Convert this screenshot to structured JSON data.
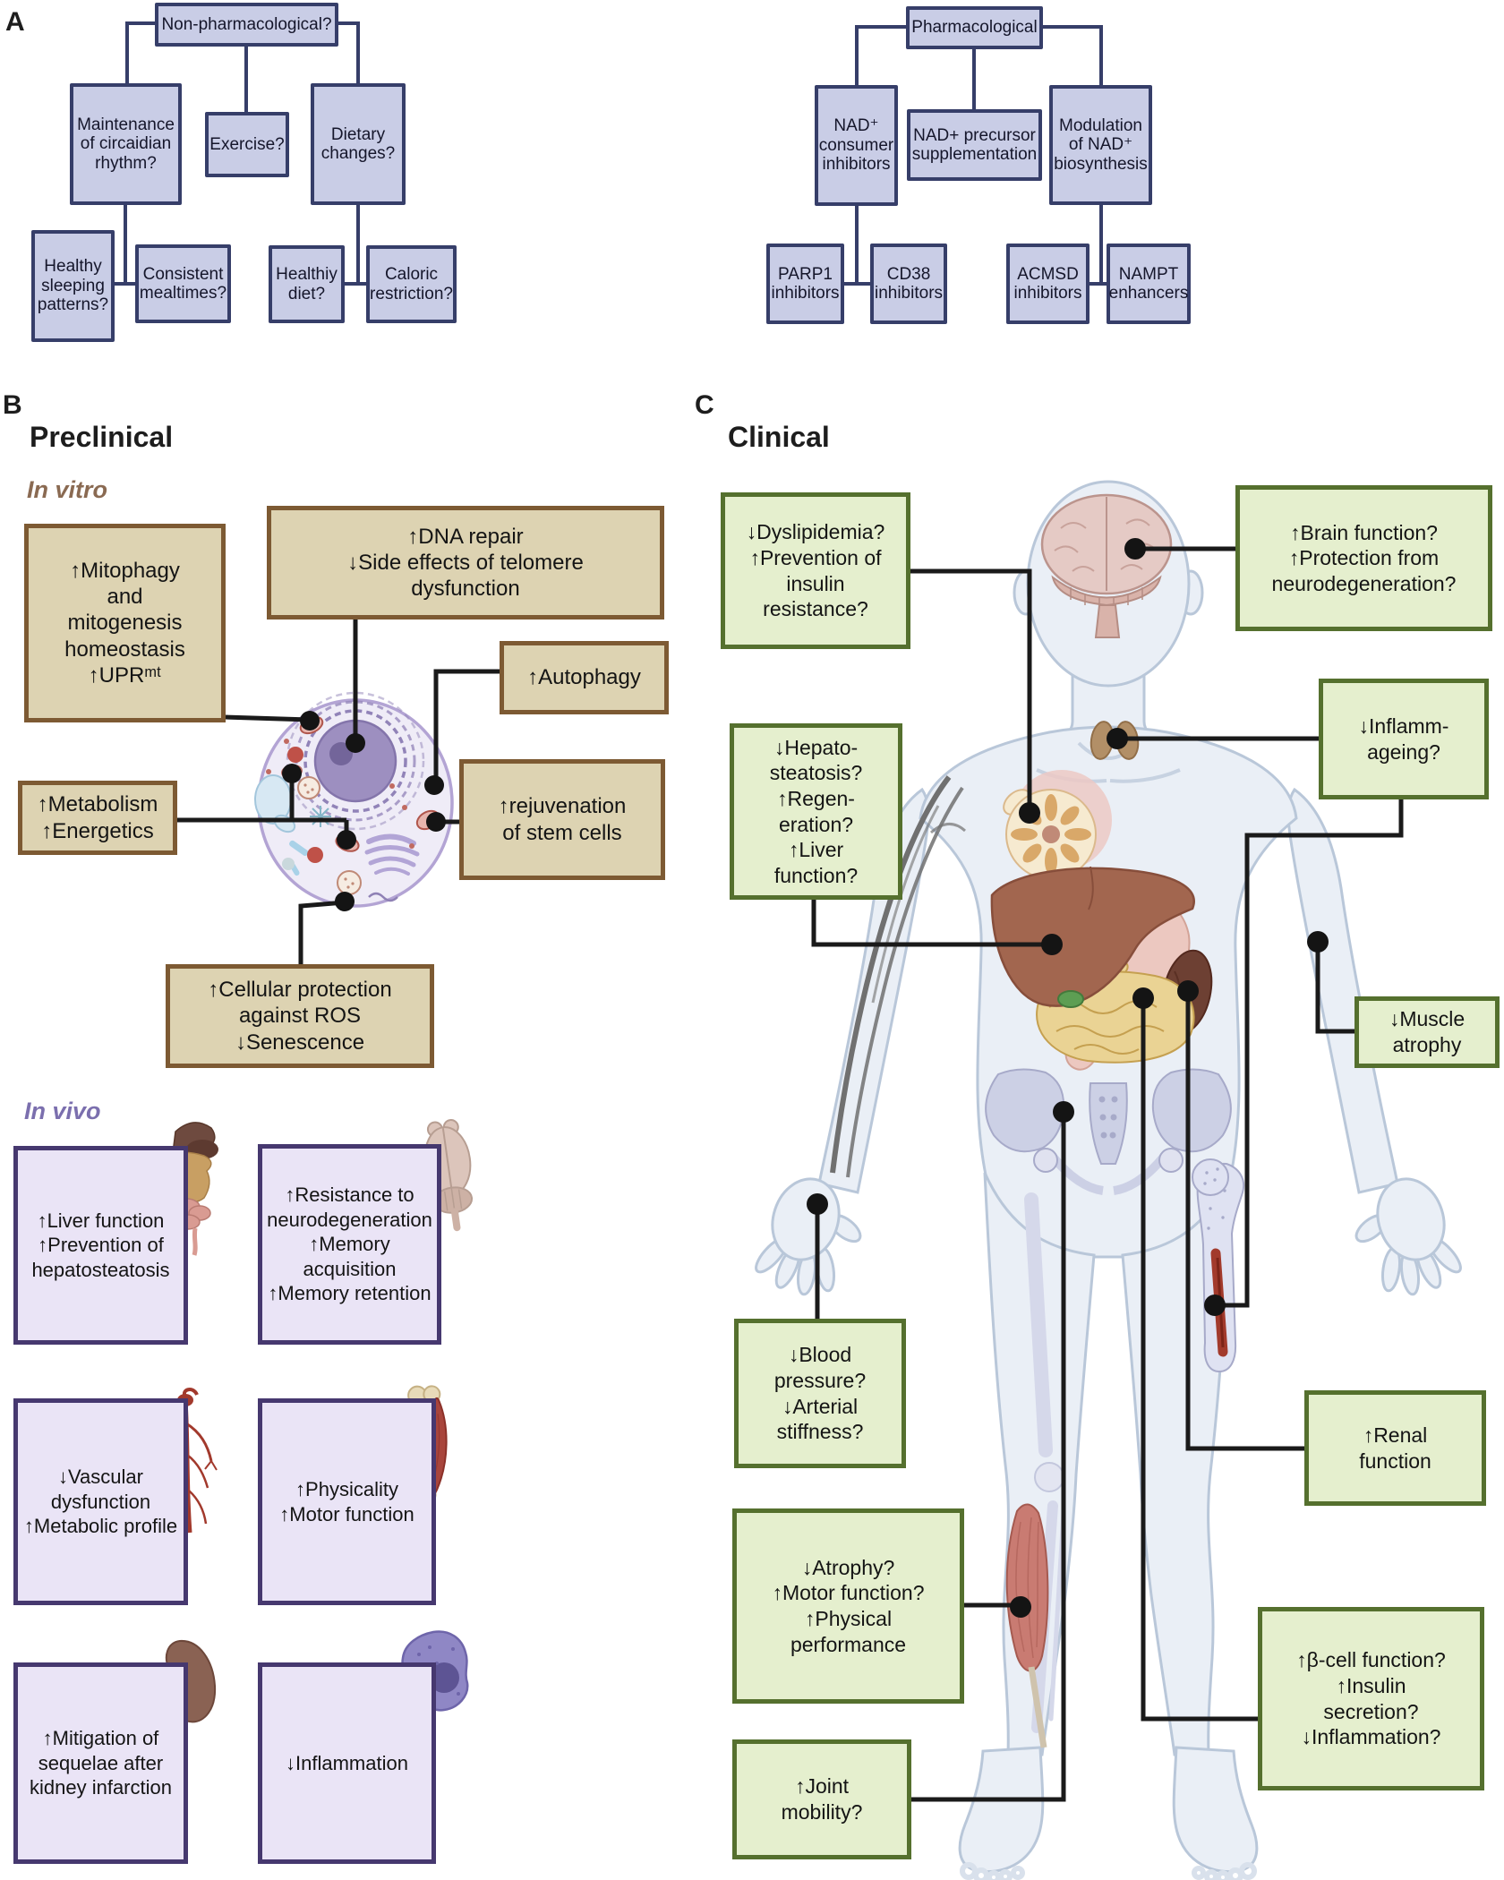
{
  "figure": {
    "panel_a": {
      "label": "A",
      "non_pharm": {
        "root": "Non-pharmacological?",
        "maintenance": "Maintenance of circaidian rhythm?",
        "exercise": "Exercise?",
        "dietary": "Dietary changes?",
        "sleeping": "Healthy sleeping patterns?",
        "mealtimes": "Consistent mealtimes?",
        "healthy_diet": "Healthiy diet?",
        "caloric": "Caloric restriction?"
      },
      "pharm": {
        "root": "Pharmacological",
        "nad_consumer": "NAD⁺ consumer inhibitors",
        "nad_precursor": "NAD+ precursor supplementation",
        "modulation": "Modulation of NAD⁺ biosynthesis",
        "parp1": "PARP1 inhibitors",
        "cd38": "CD38 inhibitors",
        "acmsd": "ACMSD inhibitors",
        "nampt": "NAMPT enhancers"
      }
    },
    "panel_b": {
      "label": "B",
      "title": "Preclinical",
      "in_vitro_label": "In vitro",
      "in_vivo_label": "In vivo",
      "vitro_boxes": {
        "mitophagy": "↑Mitophagy\nand\nmitogenesis\nhomeostasis\n↑UPRᵐᵗ",
        "dna_repair": "↑DNA repair\n↓Side effects of telomere\ndysfunction",
        "autophagy": "↑Autophagy",
        "rejuvenation": "↑rejuvenation\nof stem cells",
        "metabolism": "↑Metabolism\n↑Energetics",
        "protection": "↑Cellular protection\nagainst ROS\n↓Senescence"
      },
      "vivo_boxes": {
        "liver": "↑Liver function\n↑Prevention of\nhepatosteatosis",
        "neuro": "↑Resistance to\nneurodegeneration\n↑Memory\nacquisition\n↑Memory retention",
        "vascular": "↓Vascular\ndysfunction\n↑Metabolic profile",
        "physicality": "↑Physicality\n↑Motor function",
        "kidney": "↑Mitigation of\nsequelae after\nkidney infarction",
        "inflammation": "↓Inflammation"
      }
    },
    "panel_c": {
      "label": "C",
      "title": "Clinical",
      "boxes": {
        "dyslipidemia": "↓Dyslipidemia?\n↑Prevention of\ninsulin\nresistance?",
        "hepato": "↓Hepato-\nsteatosis?\n↑Regen-\neration?\n↑Liver\nfunction?",
        "brain": "↑Brain function?\n↑Protection from\nneurodegeneration?",
        "inflammageing": "↓Inflamm-\nageing?",
        "muscle_atrophy": "↓Muscle\natrophy",
        "blood_pressure": "↓Blood\npressure?\n↓Arterial\nstiffness?",
        "atrophy": "↓Atrophy?\n↑Motor function?\n↑Physical\nperformance",
        "joint": "↑Joint\nmobility?",
        "renal": "↑Renal\nfunction",
        "beta_cell": "↑β-cell function?\n↑Insulin\nsecretion?\n↓Inflammation?"
      }
    },
    "colors": {
      "flow_fill": "#c9cde6",
      "flow_border": "#363e69",
      "vitro_fill": "#ddd3b2",
      "vitro_border": "#7d5a33",
      "vivo_fill": "#eae4f6",
      "vivo_border": "#46386f",
      "clinical_fill": "#e5efce",
      "clinical_border": "#55702e",
      "connector": "#1a1a1a",
      "in_vitro_label_color": "#8a6a52",
      "in_vivo_label_color": "#7b6fae"
    },
    "icons": [
      "cell-icon",
      "human-body-icon",
      "brain-icon",
      "thyroid-icon",
      "breast-icon",
      "liver-icon",
      "stomach-icon",
      "intestine-icon",
      "kidney-icon",
      "pelvis-icon",
      "femur-icon",
      "calf-muscle-icon",
      "arm-tendons-icon",
      "mouse-viscera-icon",
      "rodent-brain-icon",
      "vasculature-icon",
      "muscle-bone-icon",
      "mouse-kidney-icon",
      "macrophage-icon"
    ]
  }
}
